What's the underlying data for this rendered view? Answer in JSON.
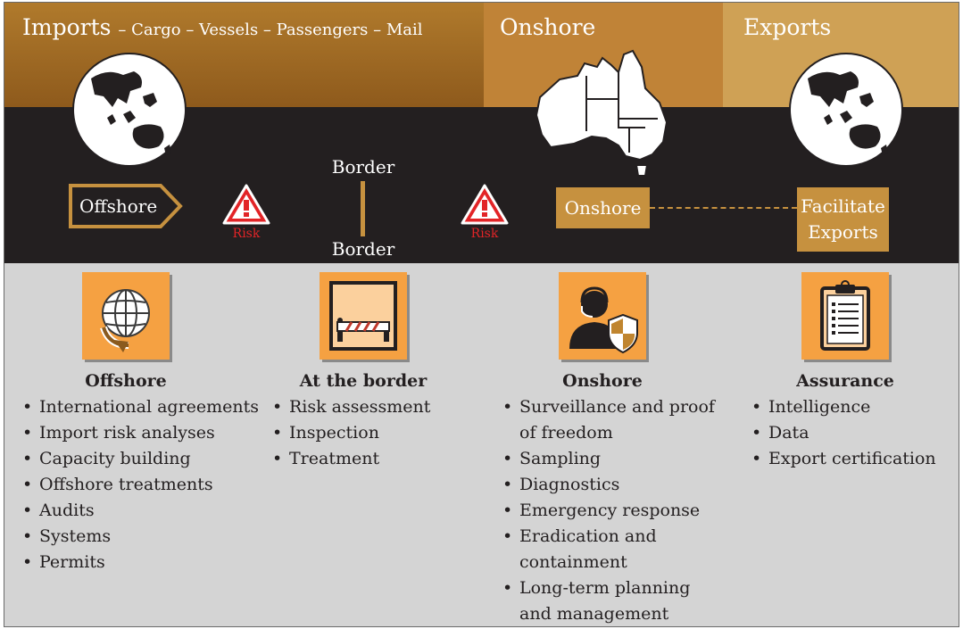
{
  "header": {
    "imports_title": "Imports",
    "imports_subtitle": "– Cargo – Vessels – Passengers – Mail",
    "onshore_title": "Onshore",
    "exports_title": "Exports"
  },
  "flow": {
    "offshore_label": "Offshore",
    "risk_label_1": "Risk",
    "risk_label_2": "Risk",
    "border_top": "Border",
    "border_bottom": "Border",
    "onshore_label": "Onshore",
    "facilitate_line1": "Facilitate",
    "facilitate_line2": "Exports"
  },
  "columns": [
    {
      "heading": "Offshore",
      "icon": "globe-arrow-icon",
      "items": [
        "International agreements",
        "Import risk analyses",
        "Capacity building",
        "Offshore treatments",
        "Audits",
        "Systems",
        "Permits"
      ]
    },
    {
      "heading": "At the border",
      "icon": "barrier-gate-icon",
      "items": [
        "Risk assessment",
        "Inspection",
        "Treatment"
      ]
    },
    {
      "heading": "Onshore",
      "icon": "operator-shield-icon",
      "items": [
        "Surveillance and proof",
        "of freedom",
        "Sampling",
        "Diagnostics",
        "Emergency response",
        "Eradication and",
        "containment",
        "Long-term planning",
        "and management"
      ]
    },
    {
      "heading": "Assurance",
      "icon": "clipboard-icon",
      "items": [
        "Intelligence",
        "Data",
        "Export certification"
      ]
    }
  ],
  "colors": {
    "imports_band": "#8e5a1c",
    "onshore_band": "#c08337",
    "exports_band": "#cfa155",
    "dark_band": "#231f20",
    "accent_gold": "#c6913f",
    "icon_tile": "#f5a142",
    "risk_red": "#e22427",
    "panel_grey": "#d4d4d4"
  }
}
